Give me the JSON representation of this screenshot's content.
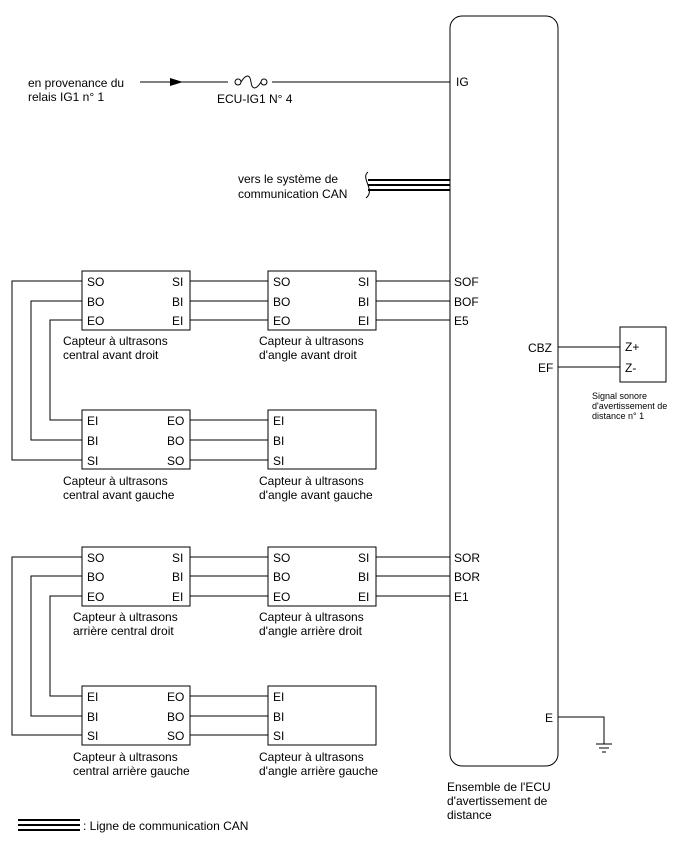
{
  "source": {
    "line1": "en provenance du",
    "line2": "relais IG1 n° 1"
  },
  "fuse": {
    "label": "ECU-IG1 N° 4"
  },
  "can": {
    "line1": "vers le système de",
    "line2": "communication CAN"
  },
  "ecu": {
    "terminals": {
      "ig": "IG",
      "sof": "SOF",
      "bof": "BOF",
      "e5": "E5",
      "sor": "SOR",
      "bor": "BOR",
      "e1": "E1",
      "cbz": "CBZ",
      "ef": "EF",
      "e": "E"
    },
    "caption": {
      "line1": "Ensemble de l'ECU",
      "line2": "d'avertissement de",
      "line3": "distance"
    }
  },
  "buzzer": {
    "pin_pos": "Z+",
    "pin_neg": "Z-",
    "caption": {
      "line1": "Signal sonore",
      "line2": "d'avertissement de",
      "line3": "distance n° 1"
    }
  },
  "sensors": {
    "front_center_right": {
      "pins": {
        "so": "SO",
        "bo": "BO",
        "eo": "EO",
        "si": "SI",
        "bi": "BI",
        "ei": "EI"
      },
      "caption": {
        "line1": "Capteur à ultrasons",
        "line2": "central avant droit"
      }
    },
    "front_corner_right": {
      "pins": {
        "so": "SO",
        "bo": "BO",
        "eo": "EO",
        "si": "SI",
        "bi": "BI",
        "ei": "EI"
      },
      "caption": {
        "line1": "Capteur à ultrasons",
        "line2": "d'angle avant droit"
      }
    },
    "front_center_left": {
      "pins": {
        "ei": "EI",
        "bi": "BI",
        "si": "SI",
        "eo": "EO",
        "bo": "BO",
        "so": "SO"
      },
      "caption": {
        "line1": "Capteur à ultrasons",
        "line2": "central avant gauche"
      }
    },
    "front_corner_left": {
      "pins": {
        "ei": "EI",
        "bi": "BI",
        "si": "SI"
      },
      "caption": {
        "line1": "Capteur à ultrasons",
        "line2": "d'angle avant gauche"
      }
    },
    "rear_center_right": {
      "pins": {
        "so": "SO",
        "bo": "BO",
        "eo": "EO",
        "si": "SI",
        "bi": "BI",
        "ei": "EI"
      },
      "caption": {
        "line1": "Capteur à ultrasons",
        "line2": "arrière central droit"
      }
    },
    "rear_corner_right": {
      "pins": {
        "so": "SO",
        "bo": "BO",
        "eo": "EO",
        "si": "SI",
        "bi": "BI",
        "ei": "EI"
      },
      "caption": {
        "line1": "Capteur à ultrasons",
        "line2": "d'angle arrière droit"
      }
    },
    "rear_center_left": {
      "pins": {
        "ei": "EI",
        "bi": "BI",
        "si": "SI",
        "eo": "EO",
        "bo": "BO",
        "so": "SO"
      },
      "caption": {
        "line1": "Capteur à ultrasons",
        "line2": "central arrière gauche"
      }
    },
    "rear_corner_left": {
      "pins": {
        "ei": "EI",
        "bi": "BI",
        "si": "SI"
      },
      "caption": {
        "line1": "Capteur à ultrasons",
        "line2": "d'angle arrière gauche"
      }
    }
  },
  "legend": {
    "label": ": Ligne de communication CAN"
  }
}
